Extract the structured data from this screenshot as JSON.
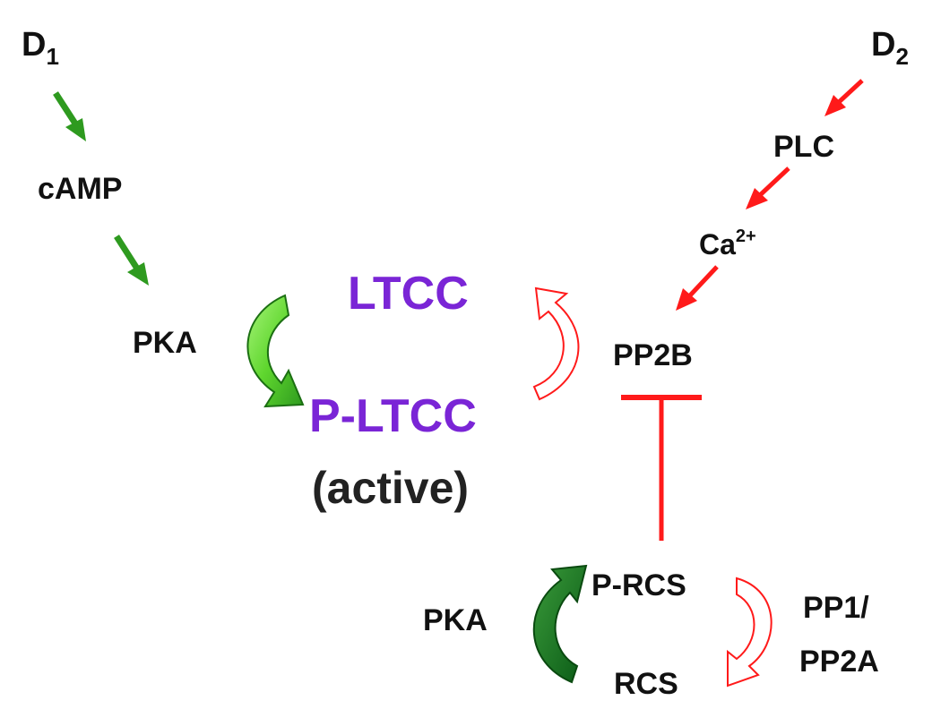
{
  "colors": {
    "green_arrow": "#2e9a1f",
    "green_light": "#6fe03a",
    "green_dark": "#0f6a1a",
    "red": "#ff1a1a",
    "purple": "#7a25d6",
    "text": "#111111"
  },
  "labels": {
    "d1": "D",
    "d1_sub": "1",
    "d2": "D",
    "d2_sub": "2",
    "camp": "cAMP",
    "pka_top": "PKA",
    "plc": "PLC",
    "ca": "Ca",
    "ca_sup": "2+",
    "pp2b": "PP2B",
    "ltcc": "LTCC",
    "p_ltcc": "P-LTCC",
    "active": "(active)",
    "p_rcs": "P-RCS",
    "rcs": "RCS",
    "pka_bottom": "PKA",
    "pp1": "PP1/",
    "pp2a": "PP2A"
  }
}
